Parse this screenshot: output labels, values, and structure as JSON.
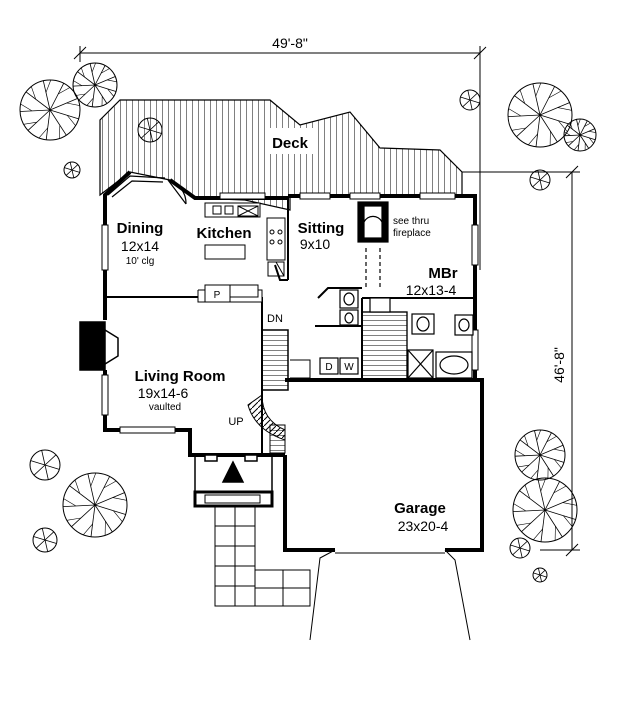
{
  "dimensions": {
    "width": "49'-8\"",
    "depth": "46'-8\""
  },
  "rooms": {
    "deck": {
      "name": "Deck"
    },
    "dining": {
      "name": "Dining",
      "size": "12x14",
      "note": "10' clg"
    },
    "kitchen": {
      "name": "Kitchen"
    },
    "sitting": {
      "name": "Sitting",
      "size": "9x10"
    },
    "fireplace_note": {
      "line1": "see thru",
      "line2": "fireplace"
    },
    "master_bedroom": {
      "name": "MBr",
      "size": "12x13-4"
    },
    "living_room": {
      "name": "Living Room",
      "size": "19x14-6",
      "note": "vaulted"
    },
    "garage": {
      "name": "Garage",
      "size": "23x20-4"
    }
  },
  "fixtures": {
    "pantry": "P",
    "washer": "W",
    "dryer": "D",
    "stair_down": "DN",
    "stair_up": "UP"
  },
  "colors": {
    "ink": "#000000",
    "paper": "#ffffff"
  }
}
